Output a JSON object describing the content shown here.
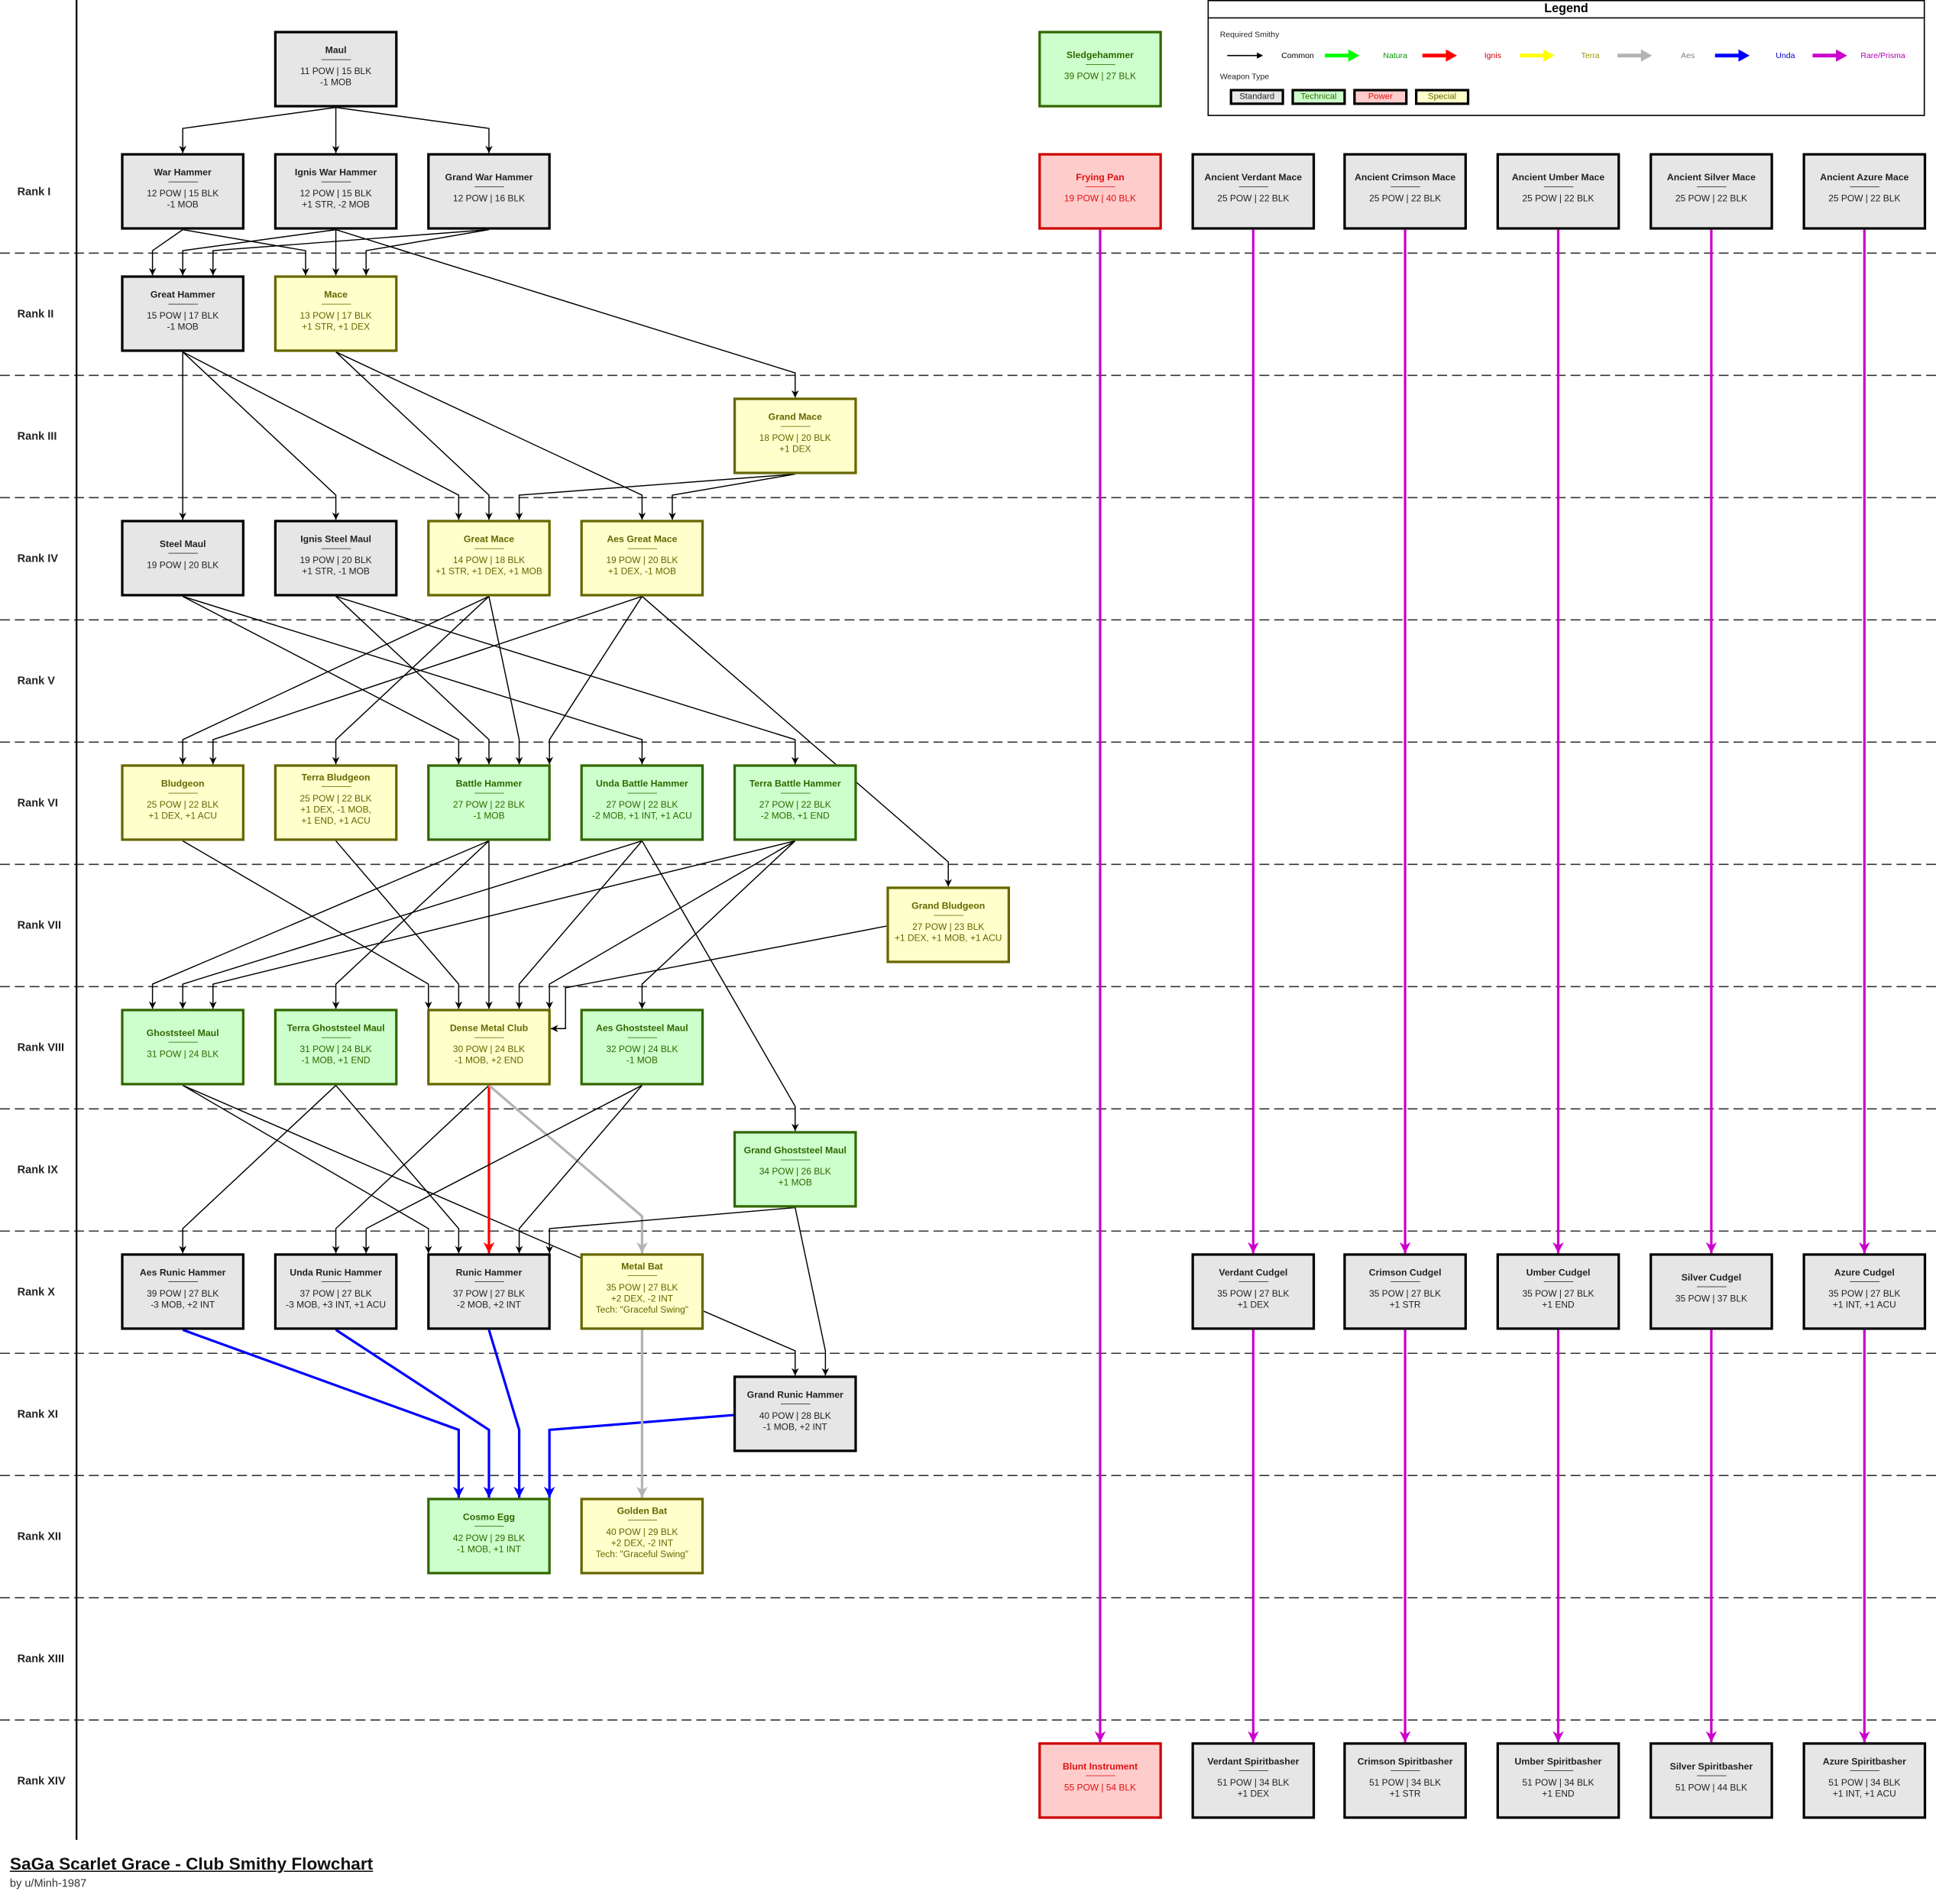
{
  "title": "SaGa Scarlet Grace - Club Smithy Flowchart",
  "author": "by u/Minh-1987",
  "separator": "-----------------",
  "legend": {
    "title": "Legend",
    "smithy_heading": "Required Smithy",
    "smithies": [
      {
        "key": "common",
        "label": "Common",
        "arrow_color": "#000000",
        "text_color": "#000000"
      },
      {
        "key": "natura",
        "label": "Natura",
        "arrow_color": "#00ff00",
        "text_color": "#009900"
      },
      {
        "key": "ignis",
        "label": "Ignis",
        "arrow_color": "#ff0000",
        "text_color": "#cc0000"
      },
      {
        "key": "terra",
        "label": "Terra",
        "arrow_color": "#ffff00",
        "text_color": "#999900"
      },
      {
        "key": "aes",
        "label": "Aes",
        "arrow_color": "#b3b3b3",
        "text_color": "#808080"
      },
      {
        "key": "unda",
        "label": "Unda",
        "arrow_color": "#0000ff",
        "text_color": "#0000cc"
      },
      {
        "key": "rare",
        "label": "Rare/Prisma",
        "arrow_color": "#cc00cc",
        "text_color": "#b300b3"
      }
    ],
    "type_heading": "Weapon Type",
    "types": [
      {
        "key": "standard",
        "label": "Standard"
      },
      {
        "key": "technical",
        "label": "Technical"
      },
      {
        "key": "power",
        "label": "Power"
      },
      {
        "key": "special",
        "label": "Special"
      }
    ]
  },
  "ranks": [
    "Rank I",
    "Rank II",
    "Rank III",
    "Rank IV",
    "Rank V",
    "Rank VI",
    "Rank VII",
    "Rank VIII",
    "Rank IX",
    "Rank X",
    "Rank XI",
    "Rank XII",
    "Rank XIII",
    "Rank XIV"
  ],
  "nodes": [
    {
      "id": "maul",
      "name": "Maul",
      "stats": [
        "11 POW | 15 BLK",
        "-1 MOB"
      ],
      "type": "standard"
    },
    {
      "id": "war_hammer",
      "name": "War Hammer",
      "stats": [
        "12 POW | 15 BLK",
        "-1 MOB"
      ],
      "type": "standard"
    },
    {
      "id": "ignis_war_hammer",
      "name": "Ignis War Hammer",
      "stats": [
        "12 POW | 15 BLK",
        "+1 STR, -2 MOB"
      ],
      "type": "standard"
    },
    {
      "id": "grand_war_hammer",
      "name": "Grand War Hammer",
      "stats": [
        "12 POW | 16 BLK"
      ],
      "type": "standard"
    },
    {
      "id": "great_hammer",
      "name": "Great Hammer",
      "stats": [
        "15 POW | 17 BLK",
        "-1 MOB"
      ],
      "type": "standard"
    },
    {
      "id": "mace",
      "name": "Mace",
      "stats": [
        "13 POW | 17 BLK",
        "+1 STR, +1 DEX"
      ],
      "type": "special"
    },
    {
      "id": "grand_mace",
      "name": "Grand Mace",
      "stats": [
        "18 POW | 20 BLK",
        "+1 DEX"
      ],
      "type": "special"
    },
    {
      "id": "steel_maul",
      "name": "Steel Maul",
      "stats": [
        "19 POW | 20 BLK"
      ],
      "type": "standard"
    },
    {
      "id": "ignis_steel_maul",
      "name": "Ignis Steel Maul",
      "stats": [
        "19 POW | 20 BLK",
        "+1 STR, -1 MOB"
      ],
      "type": "standard"
    },
    {
      "id": "great_mace",
      "name": "Great Mace",
      "stats": [
        "14 POW | 18 BLK",
        "+1 STR, +1 DEX, +1 MOB"
      ],
      "type": "special"
    },
    {
      "id": "aes_great_mace",
      "name": "Aes Great Mace",
      "stats": [
        "19 POW | 20 BLK",
        "+1 DEX, -1 MOB"
      ],
      "type": "special"
    },
    {
      "id": "bludgeon",
      "name": "Bludgeon",
      "stats": [
        "25 POW | 22 BLK",
        "+1 DEX, +1 ACU"
      ],
      "type": "special"
    },
    {
      "id": "terra_bludgeon",
      "name": "Terra Bludgeon",
      "stats": [
        "25 POW | 22 BLK",
        "+1 DEX, -1 MOB,",
        "+1 END, +1 ACU"
      ],
      "type": "special"
    },
    {
      "id": "battle_hammer",
      "name": "Battle Hammer",
      "stats": [
        "27 POW | 22 BLK",
        "-1 MOB"
      ],
      "type": "technical"
    },
    {
      "id": "unda_battle_hammer",
      "name": "Unda Battle Hammer",
      "stats": [
        "27 POW | 22 BLK",
        "-2 MOB, +1 INT, +1 ACU"
      ],
      "type": "technical"
    },
    {
      "id": "terra_battle_hammer",
      "name": "Terra Battle Hammer",
      "stats": [
        "27 POW | 22 BLK",
        "-2 MOB, +1 END"
      ],
      "type": "technical"
    },
    {
      "id": "grand_bludgeon",
      "name": "Grand Bludgeon",
      "stats": [
        "27 POW | 23 BLK",
        "+1 DEX, +1 MOB, +1 ACU"
      ],
      "type": "special"
    },
    {
      "id": "ghoststeel_maul",
      "name": "Ghoststeel Maul",
      "stats": [
        "31 POW | 24 BLK"
      ],
      "type": "technical"
    },
    {
      "id": "terra_ghoststeel_maul",
      "name": "Terra Ghoststeel Maul",
      "stats": [
        "31 POW | 24 BLK",
        "-1 MOB, +1 END"
      ],
      "type": "technical"
    },
    {
      "id": "dense_metal_club",
      "name": "Dense Metal Club",
      "stats": [
        "30 POW | 24 BLK",
        "-1 MOB, +2 END"
      ],
      "type": "special"
    },
    {
      "id": "aes_ghoststeel_maul",
      "name": "Aes Ghoststeel Maul",
      "stats": [
        "32 POW | 24 BLK",
        "-1 MOB"
      ],
      "type": "technical"
    },
    {
      "id": "grand_ghoststeel_maul",
      "name": "Grand Ghoststeel Maul",
      "stats": [
        "34 POW | 26 BLK",
        "+1 MOB"
      ],
      "type": "technical"
    },
    {
      "id": "aes_runic_hammer",
      "name": "Aes Runic Hammer",
      "stats": [
        "39 POW | 27 BLK",
        "-3 MOB, +2 INT"
      ],
      "type": "standard"
    },
    {
      "id": "unda_runic_hammer",
      "name": "Unda Runic Hammer",
      "stats": [
        "37 POW | 27 BLK",
        "-3 MOB, +3 INT, +1 ACU"
      ],
      "type": "standard"
    },
    {
      "id": "runic_hammer",
      "name": "Runic Hammer",
      "stats": [
        "37 POW | 27 BLK",
        "-2 MOB, +2 INT"
      ],
      "type": "standard"
    },
    {
      "id": "metal_bat",
      "name": "Metal Bat",
      "stats": [
        "35 POW | 27 BLK",
        "+2 DEX, -2 INT",
        "Tech: \"Graceful Swing\""
      ],
      "type": "special"
    },
    {
      "id": "grand_runic_hammer",
      "name": "Grand Runic Hammer",
      "stats": [
        "40 POW | 28 BLK",
        "-1 MOB, +2 INT"
      ],
      "type": "standard"
    },
    {
      "id": "cosmo_egg",
      "name": "Cosmo Egg",
      "stats": [
        "42 POW | 29 BLK",
        "-1 MOB, +1 INT"
      ],
      "type": "technical"
    },
    {
      "id": "golden_bat",
      "name": "Golden Bat",
      "stats": [
        "40 POW | 29 BLK",
        "+2 DEX, -2 INT",
        "Tech: \"Graceful Swing\""
      ],
      "type": "special"
    },
    {
      "id": "sledgehammer",
      "name": "Sledgehammer",
      "stats": [
        "39 POW | 27 BLK"
      ],
      "type": "technical"
    },
    {
      "id": "frying_pan",
      "name": "Frying Pan",
      "stats": [
        "19 POW | 40 BLK"
      ],
      "type": "power"
    },
    {
      "id": "ancient_verdant_mace",
      "name": "Ancient Verdant Mace",
      "stats": [
        "25 POW | 22 BLK"
      ],
      "type": "standard"
    },
    {
      "id": "ancient_crimson_mace",
      "name": "Ancient Crimson Mace",
      "stats": [
        "25 POW | 22 BLK"
      ],
      "type": "standard"
    },
    {
      "id": "ancient_umber_mace",
      "name": "Ancient Umber Mace",
      "stats": [
        "25 POW | 22 BLK"
      ],
      "type": "standard"
    },
    {
      "id": "ancient_silver_mace",
      "name": "Ancient Silver Mace",
      "stats": [
        "25 POW | 22 BLK"
      ],
      "type": "standard"
    },
    {
      "id": "ancient_azure_mace",
      "name": "Ancient Azure Mace",
      "stats": [
        "25 POW | 22 BLK"
      ],
      "type": "standard"
    },
    {
      "id": "verdant_cudgel",
      "name": "Verdant Cudgel",
      "stats": [
        "35 POW | 27 BLK",
        "+1 DEX"
      ],
      "type": "standard"
    },
    {
      "id": "crimson_cudgel",
      "name": "Crimson Cudgel",
      "stats": [
        "35 POW | 27 BLK",
        "+1 STR"
      ],
      "type": "standard"
    },
    {
      "id": "umber_cudgel",
      "name": "Umber Cudgel",
      "stats": [
        "35 POW | 27 BLK",
        "+1 END"
      ],
      "type": "standard"
    },
    {
      "id": "silver_cudgel",
      "name": "Silver Cudgel",
      "stats": [
        "35 POW | 37 BLK"
      ],
      "type": "standard"
    },
    {
      "id": "azure_cudgel",
      "name": "Azure Cudgel",
      "stats": [
        "35 POW | 27 BLK",
        "+1 INT, +1 ACU"
      ],
      "type": "standard"
    },
    {
      "id": "blunt_instrument",
      "name": "Blunt Instrument",
      "stats": [
        "55 POW | 54 BLK"
      ],
      "type": "power"
    },
    {
      "id": "verdant_spiritbasher",
      "name": "Verdant Spiritbasher",
      "stats": [
        "51 POW | 34 BLK",
        "+1 DEX"
      ],
      "type": "standard"
    },
    {
      "id": "crimson_spiritbasher",
      "name": "Crimson Spiritbasher",
      "stats": [
        "51 POW | 34 BLK",
        "+1 STR"
      ],
      "type": "standard"
    },
    {
      "id": "umber_spiritbasher",
      "name": "Umber Spiritbasher",
      "stats": [
        "51 POW | 34 BLK",
        "+1 END"
      ],
      "type": "standard"
    },
    {
      "id": "silver_spiritbasher",
      "name": "Silver Spiritbasher",
      "stats": [
        "51 POW | 44 BLK"
      ],
      "type": "standard"
    },
    {
      "id": "azure_spiritbasher",
      "name": "Azure Spiritbasher",
      "stats": [
        "51 POW | 34 BLK",
        "+1 INT, +1 ACU"
      ],
      "type": "standard"
    }
  ],
  "edges": [
    {
      "from": "maul",
      "to": "war_hammer",
      "smithy": "common"
    },
    {
      "from": "maul",
      "to": "ignis_war_hammer",
      "smithy": "common"
    },
    {
      "from": "maul",
      "to": "grand_war_hammer",
      "smithy": "common"
    },
    {
      "from": "war_hammer",
      "to": "great_hammer",
      "smithy": "common"
    },
    {
      "from": "war_hammer",
      "to": "mace",
      "smithy": "common"
    },
    {
      "from": "ignis_war_hammer",
      "to": "great_hammer",
      "smithy": "common"
    },
    {
      "from": "ignis_war_hammer",
      "to": "mace",
      "smithy": "common"
    },
    {
      "from": "ignis_war_hammer",
      "to": "grand_mace",
      "smithy": "common"
    },
    {
      "from": "grand_war_hammer",
      "to": "great_hammer",
      "smithy": "common"
    },
    {
      "from": "grand_war_hammer",
      "to": "mace",
      "smithy": "common"
    },
    {
      "from": "great_hammer",
      "to": "steel_maul",
      "smithy": "common"
    },
    {
      "from": "great_hammer",
      "to": "ignis_steel_maul",
      "smithy": "common"
    },
    {
      "from": "great_hammer",
      "to": "great_mace",
      "smithy": "common"
    },
    {
      "from": "mace",
      "to": "great_mace",
      "smithy": "common"
    },
    {
      "from": "mace",
      "to": "aes_great_mace",
      "smithy": "common"
    },
    {
      "from": "grand_mace",
      "to": "great_mace",
      "smithy": "common"
    },
    {
      "from": "grand_mace",
      "to": "aes_great_mace",
      "smithy": "common"
    },
    {
      "from": "steel_maul",
      "to": "battle_hammer",
      "smithy": "common"
    },
    {
      "from": "steel_maul",
      "to": "unda_battle_hammer",
      "smithy": "common"
    },
    {
      "from": "ignis_steel_maul",
      "to": "battle_hammer",
      "smithy": "common"
    },
    {
      "from": "ignis_steel_maul",
      "to": "terra_battle_hammer",
      "smithy": "common"
    },
    {
      "from": "great_mace",
      "to": "bludgeon",
      "smithy": "common"
    },
    {
      "from": "great_mace",
      "to": "terra_bludgeon",
      "smithy": "common"
    },
    {
      "from": "great_mace",
      "to": "battle_hammer",
      "smithy": "common"
    },
    {
      "from": "aes_great_mace",
      "to": "bludgeon",
      "smithy": "common"
    },
    {
      "from": "aes_great_mace",
      "to": "battle_hammer",
      "smithy": "common"
    },
    {
      "from": "aes_great_mace",
      "to": "grand_bludgeon",
      "smithy": "common"
    },
    {
      "from": "bludgeon",
      "to": "dense_metal_club",
      "smithy": "common"
    },
    {
      "from": "terra_bludgeon",
      "to": "dense_metal_club",
      "smithy": "common"
    },
    {
      "from": "battle_hammer",
      "to": "ghoststeel_maul",
      "smithy": "common"
    },
    {
      "from": "battle_hammer",
      "to": "terra_ghoststeel_maul",
      "smithy": "common"
    },
    {
      "from": "battle_hammer",
      "to": "dense_metal_club",
      "smithy": "common"
    },
    {
      "from": "unda_battle_hammer",
      "to": "ghoststeel_maul",
      "smithy": "common"
    },
    {
      "from": "unda_battle_hammer",
      "to": "dense_metal_club",
      "smithy": "common"
    },
    {
      "from": "unda_battle_hammer",
      "to": "grand_ghoststeel_maul",
      "smithy": "common"
    },
    {
      "from": "terra_battle_hammer",
      "to": "ghoststeel_maul",
      "smithy": "common"
    },
    {
      "from": "terra_battle_hammer",
      "to": "dense_metal_club",
      "smithy": "common"
    },
    {
      "from": "terra_battle_hammer",
      "to": "aes_ghoststeel_maul",
      "smithy": "common"
    },
    {
      "from": "grand_bludgeon",
      "to": "dense_metal_club",
      "smithy": "common"
    },
    {
      "from": "ghoststeel_maul",
      "to": "runic_hammer",
      "smithy": "common"
    },
    {
      "from": "ghoststeel_maul",
      "to": "grand_runic_hammer",
      "smithy": "common"
    },
    {
      "from": "terra_ghoststeel_maul",
      "to": "aes_runic_hammer",
      "smithy": "common"
    },
    {
      "from": "terra_ghoststeel_maul",
      "to": "runic_hammer",
      "smithy": "common"
    },
    {
      "from": "dense_metal_club",
      "to": "unda_runic_hammer",
      "smithy": "common"
    },
    {
      "from": "dense_metal_club",
      "to": "runic_hammer",
      "smithy": "ignis"
    },
    {
      "from": "dense_metal_club",
      "to": "metal_bat",
      "smithy": "aes"
    },
    {
      "from": "aes_ghoststeel_maul",
      "to": "unda_runic_hammer",
      "smithy": "common"
    },
    {
      "from": "aes_ghoststeel_maul",
      "to": "runic_hammer",
      "smithy": "common"
    },
    {
      "from": "grand_ghoststeel_maul",
      "to": "runic_hammer",
      "smithy": "common"
    },
    {
      "from": "grand_ghoststeel_maul",
      "to": "grand_runic_hammer",
      "smithy": "common"
    },
    {
      "from": "aes_runic_hammer",
      "to": "cosmo_egg",
      "smithy": "unda"
    },
    {
      "from": "unda_runic_hammer",
      "to": "cosmo_egg",
      "smithy": "unda"
    },
    {
      "from": "runic_hammer",
      "to": "cosmo_egg",
      "smithy": "unda"
    },
    {
      "from": "grand_runic_hammer",
      "to": "cosmo_egg",
      "smithy": "unda"
    },
    {
      "from": "metal_bat",
      "to": "golden_bat",
      "smithy": "aes"
    },
    {
      "from": "frying_pan",
      "to": "blunt_instrument",
      "smithy": "rare"
    },
    {
      "from": "ancient_verdant_mace",
      "to": "verdant_cudgel",
      "smithy": "rare"
    },
    {
      "from": "ancient_crimson_mace",
      "to": "crimson_cudgel",
      "smithy": "rare"
    },
    {
      "from": "ancient_umber_mace",
      "to": "umber_cudgel",
      "smithy": "rare"
    },
    {
      "from": "ancient_silver_mace",
      "to": "silver_cudgel",
      "smithy": "rare"
    },
    {
      "from": "ancient_azure_mace",
      "to": "azure_cudgel",
      "smithy": "rare"
    },
    {
      "from": "verdant_cudgel",
      "to": "verdant_spiritbasher",
      "smithy": "rare"
    },
    {
      "from": "crimson_cudgel",
      "to": "crimson_spiritbasher",
      "smithy": "rare"
    },
    {
      "from": "umber_cudgel",
      "to": "umber_spiritbasher",
      "smithy": "rare"
    },
    {
      "from": "silver_cudgel",
      "to": "silver_spiritbasher",
      "smithy": "rare"
    },
    {
      "from": "azure_cudgel",
      "to": "azure_spiritbasher",
      "smithy": "rare"
    }
  ]
}
